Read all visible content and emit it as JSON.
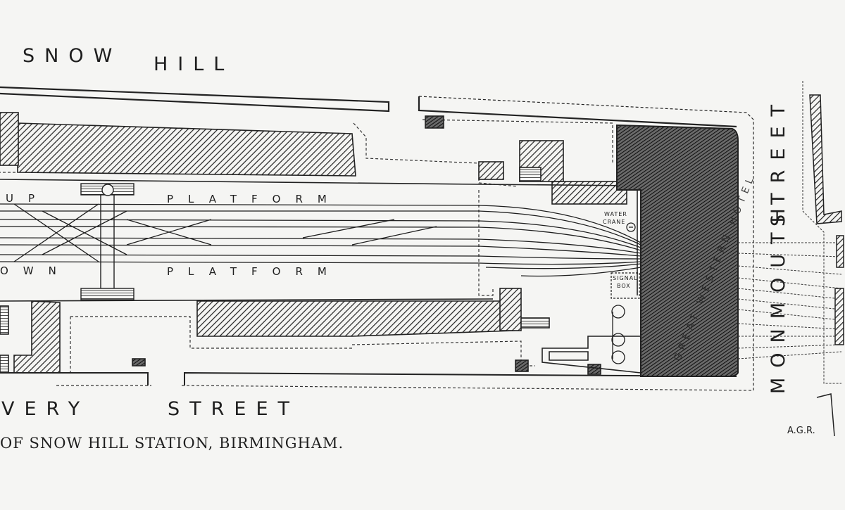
{
  "labels": {
    "snow_hill_1": "SNOW",
    "snow_hill_2": "HILL",
    "up_platform_left": "UP",
    "up_platform": "PLATFORM",
    "down_platform_left": "OWN",
    "down_platform": "PLATFORM",
    "livery_left": "VERY",
    "livery_street": "STREET",
    "monmouth_street_1": "STREET",
    "monmouth_street_2": "MONMOUTH",
    "water_crane_1": "WATER",
    "water_crane_2": "CRANE",
    "signal_box_1": "SIGNAL",
    "signal_box_2": "BOX",
    "hotel": "GREAT WESTERN HOTEL",
    "signature": "A.G.R.",
    "caption": "OF SNOW HILL STATION, BIRMINGHAM."
  },
  "colors": {
    "paper": "#f5f5f3",
    "ink": "#1e1e1e"
  }
}
